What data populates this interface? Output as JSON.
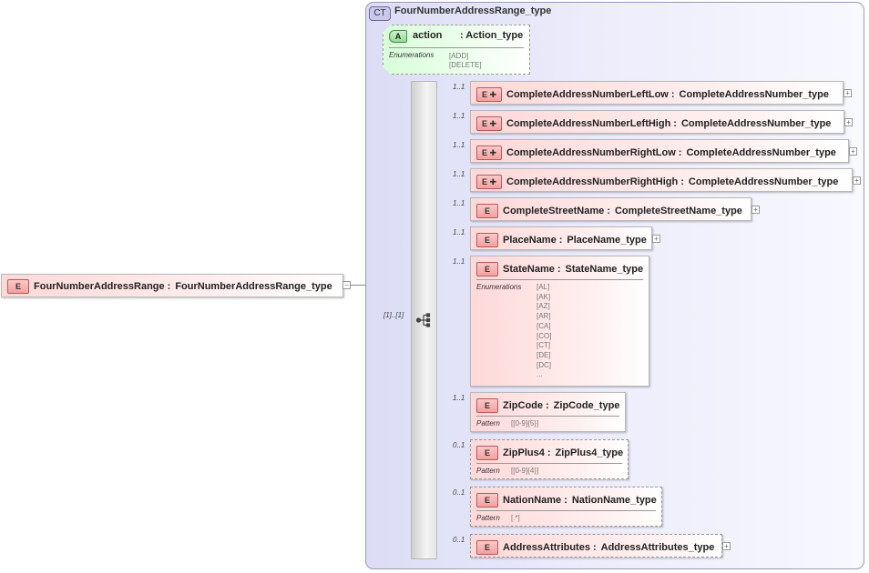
{
  "complex_type": {
    "badge": "CT",
    "name": "FourNumberAddressRange_type"
  },
  "root_element": {
    "badge": "E",
    "name": "FourNumberAddressRange",
    "type": "FourNumberAddressRange_type"
  },
  "attribute": {
    "badge": "A",
    "name": "action",
    "type": ": Action_type",
    "facet_label": "Enumerations",
    "values": [
      "[ADD]",
      "[DELETE]"
    ]
  },
  "sequence": {
    "cardinality": "[1]..[1]",
    "icon": "sequence-compositor-icon"
  },
  "elements": [
    {
      "badge": "E",
      "name": "CompleteAddressNumberLeftLow",
      "type": "CompleteAddressNumber_type",
      "card": "1..1",
      "has_children": true,
      "optional": false
    },
    {
      "badge": "E",
      "name": "CompleteAddressNumberLeftHigh",
      "type": "CompleteAddressNumber_type",
      "card": "1..1",
      "has_children": true,
      "optional": false
    },
    {
      "badge": "E",
      "name": "CompleteAddressNumberRightLow",
      "type": "CompleteAddressNumber_type",
      "card": "1..1",
      "has_children": true,
      "optional": false
    },
    {
      "badge": "E",
      "name": "CompleteAddressNumberRightHigh",
      "type": "CompleteAddressNumber_type",
      "card": "1..1",
      "has_children": true,
      "optional": false
    },
    {
      "badge": "E",
      "name": "CompleteStreetName",
      "type": "CompleteStreetName_type",
      "card": "1..1",
      "has_children": false,
      "optional": false
    },
    {
      "badge": "E",
      "name": "PlaceName",
      "type": "PlaceName_type",
      "card": "1..1",
      "has_children": false,
      "optional": false
    },
    {
      "badge": "E",
      "name": "StateName",
      "type": "StateName_type",
      "card": "1..1",
      "has_children": false,
      "optional": false,
      "facet_label": "Enumerations",
      "facet_values": [
        "[AL]",
        "[AK]",
        "[AZ]",
        "[AR]",
        "[CA]",
        "[CO]",
        "[CT]",
        "[DE]",
        "[DC]",
        "..."
      ]
    },
    {
      "badge": "E",
      "name": "ZipCode",
      "type": "ZipCode_type",
      "card": "1..1",
      "has_children": false,
      "optional": false,
      "facet_label": "Pattern",
      "facet_values": [
        "[[0-9]{5}]"
      ]
    },
    {
      "badge": "E",
      "name": "ZipPlus4",
      "type": "ZipPlus4_type",
      "card": "0..1",
      "has_children": false,
      "optional": true,
      "facet_label": "Pattern",
      "facet_values": [
        "[[0-9]{4}]"
      ]
    },
    {
      "badge": "E",
      "name": "NationName",
      "type": "NationName_type",
      "card": "0..1",
      "has_children": false,
      "optional": true,
      "facet_label": "Pattern",
      "facet_values": [
        "[.*]"
      ]
    },
    {
      "badge": "E",
      "name": "AddressAttributes",
      "type": "AddressAttributes_type",
      "card": "0..1",
      "has_children": false,
      "optional": true
    }
  ],
  "colors": {
    "element_fill": "#ffd8d8",
    "attribute_fill": "#d8ffd8",
    "complex_type_fill": "#dcdcf6"
  }
}
